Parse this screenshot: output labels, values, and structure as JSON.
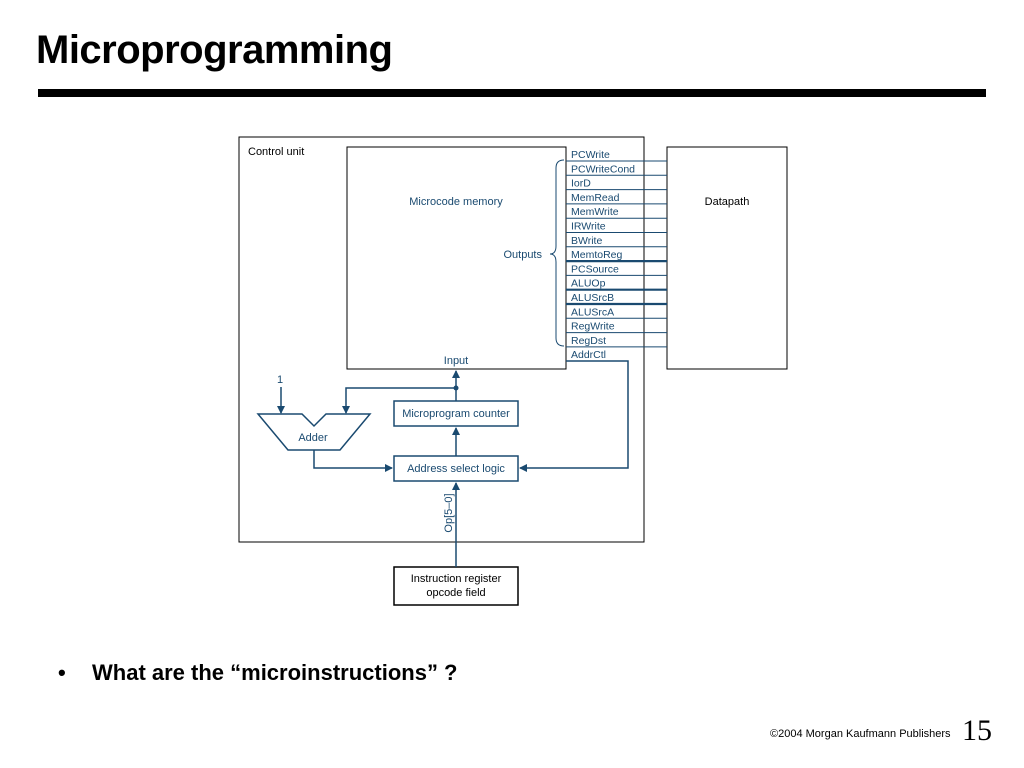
{
  "slide": {
    "title": "Microprogramming",
    "bullet_marker": "•",
    "bullet": "What are the “microinstructions” ?",
    "copyright_symbol": "©",
    "copyright": "2004 Morgan Kaufmann Publishers",
    "page_number": "15"
  },
  "diagram": {
    "control_unit_label": "Control unit",
    "microcode_memory_label": "Microcode memory",
    "outputs_label": "Outputs",
    "input_label": "Input",
    "datapath_label": "Datapath",
    "adder_input_label": "1",
    "adder_label": "Adder",
    "microprogram_counter_label": "Microprogram counter",
    "address_select_label": "Address select logic",
    "op_label": "Op[5–0]",
    "instruction_register_line1": "Instruction register",
    "instruction_register_line2": "opcode field",
    "signals": [
      "PCWrite",
      "PCWriteCond",
      "IorD",
      "MemRead",
      "MemWrite",
      "IRWrite",
      "BWrite",
      "MemtoReg",
      "PCSource",
      "ALUOp",
      "ALUSrcB",
      "ALUSrcA",
      "RegWrite",
      "RegDst",
      "AddrCtl"
    ],
    "colors": {
      "line": "#1a4a70",
      "label": "#1a4a70",
      "box": "#000000"
    }
  }
}
